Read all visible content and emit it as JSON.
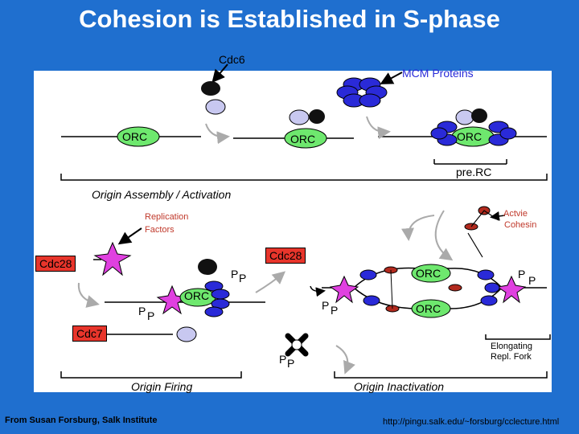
{
  "title": "Cohesion is Established in S-phase",
  "labels": {
    "cdc6": "Cdc6",
    "mcm": "MCM Proteins",
    "orc": "ORC",
    "prerc": "pre.RC",
    "origin_assembly": "Origin Assembly / Activation",
    "replication_factors_line1": "Replication",
    "replication_factors_line2": "Factors",
    "active_cohesin_line1": "Actvie",
    "active_cohesin_line2": "Cohesin",
    "cdc28": "Cdc28",
    "cdc7": "Cdc7",
    "p": "P",
    "elongating_line1": "Elongating",
    "elongating_line2": "Repl. Fork",
    "origin_firing": "Origin Firing",
    "origin_inactivation": "Origin Inactivation"
  },
  "footer": {
    "source": "From Susan Forsburg, Salk Institute",
    "url": "http://pingu.salk.edu/~forsburg/cclecture.html"
  },
  "colors": {
    "background": "#1f6fcf",
    "orc_green": "#6ee86e",
    "mcm_blue": "#2a2ad8",
    "cdc_red": "#e8352b",
    "kinase_magenta": "#e040e0",
    "cohesin_red": "#b22a1e",
    "light_blob": "#c8c8f0"
  }
}
